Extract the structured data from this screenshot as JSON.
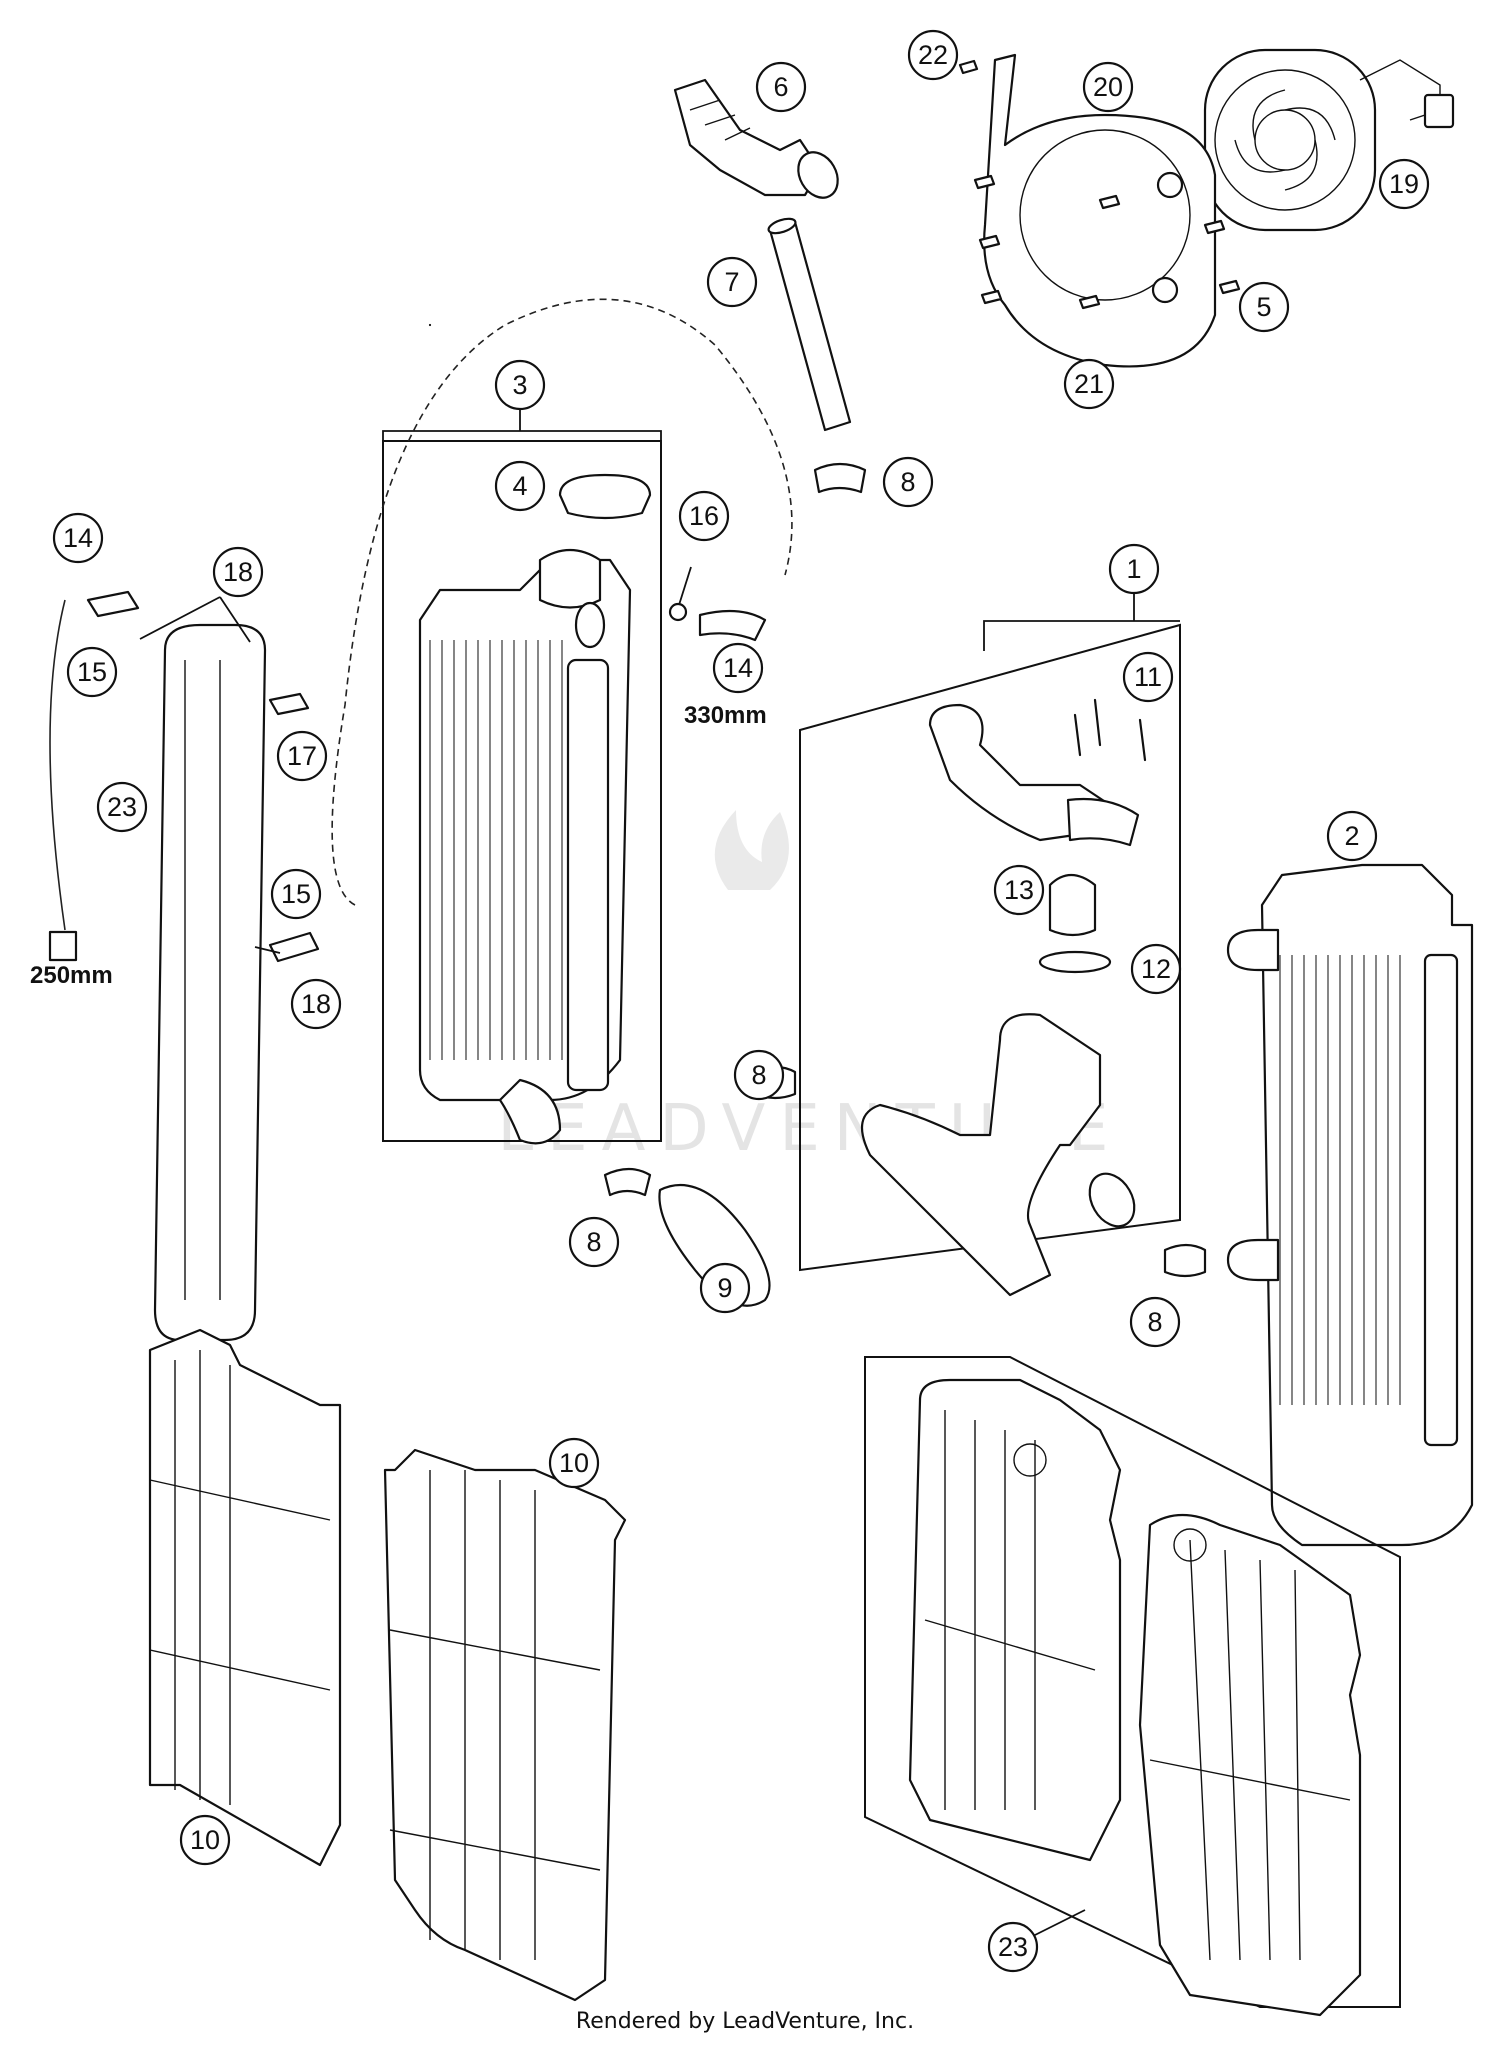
{
  "callouts": [
    {
      "label": "1"
    },
    {
      "label": "2"
    },
    {
      "label": "3"
    },
    {
      "label": "4"
    },
    {
      "label": "5"
    },
    {
      "label": "6"
    },
    {
      "label": "7"
    },
    {
      "label": "8"
    },
    {
      "label": "8"
    },
    {
      "label": "8"
    },
    {
      "label": "8"
    },
    {
      "label": "9"
    },
    {
      "label": "10"
    },
    {
      "label": "10"
    },
    {
      "label": "11"
    },
    {
      "label": "12"
    },
    {
      "label": "13"
    },
    {
      "label": "14"
    },
    {
      "label": "14"
    },
    {
      "label": "15"
    },
    {
      "label": "15"
    },
    {
      "label": "16"
    },
    {
      "label": "17"
    },
    {
      "label": "18"
    },
    {
      "label": "18"
    },
    {
      "label": "19"
    },
    {
      "label": "20"
    },
    {
      "label": "21"
    },
    {
      "label": "22"
    },
    {
      "label": "23"
    },
    {
      "label": "23"
    }
  ],
  "measurements": {
    "hose_left": "250mm",
    "hose_right": "330mm"
  },
  "watermark": "LEADVENTURE",
  "footer": "Rendered by LeadVenture, Inc."
}
